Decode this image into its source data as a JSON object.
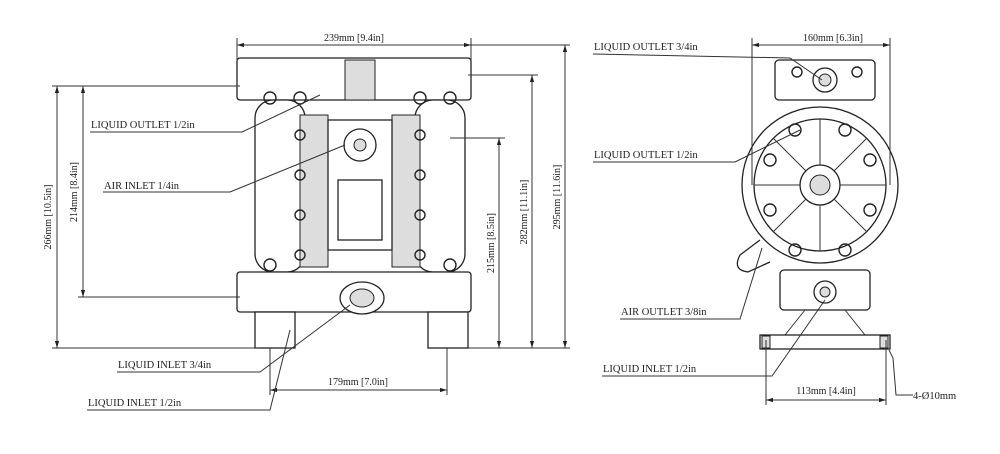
{
  "front_view": {
    "dim_width": "239mm [9.4in]",
    "dim_height_266": "266mm [10.5in]",
    "dim_height_214": "214mm [8.4in]",
    "dim_height_215": "215mm [8.5in]",
    "dim_height_282": "282mm [11.1in]",
    "dim_height_295": "295mm [11.6in]",
    "dim_base_179": "179mm [7.0in]",
    "labels": {
      "liquid_outlet": "LIQUID OUTLET 1/2in",
      "air_inlet": "AIR INLET 1/4in",
      "liquid_inlet_34": "LIQUID INLET 3/4in",
      "liquid_inlet_12": "LIQUID INLET 1/2in"
    }
  },
  "side_view": {
    "dim_width": "160mm [6.3in]",
    "dim_base_113": "113mm [4.4in]",
    "mount_holes": "4-Ø10mm",
    "labels": {
      "liquid_outlet_34": "LIQUID OUTLET 3/4in",
      "liquid_outlet_12": "LIQUID OUTLET 1/2in",
      "air_outlet": "AIR OUTLET 3/8in",
      "liquid_inlet_12": "LIQUID INLET 1/2in"
    }
  }
}
